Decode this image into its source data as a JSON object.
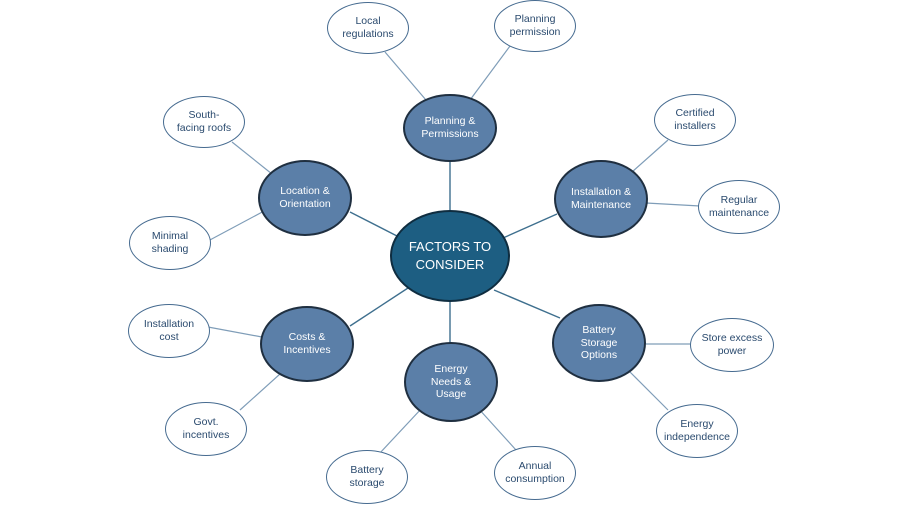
{
  "diagram": {
    "center": "FACTORS TO\nCONSIDER",
    "categories": {
      "planning": "Planning &\nPermissions",
      "installation": "Installation &\nMaintenance",
      "battery": "Battery\nStorage\nOptions",
      "energy": "Energy\nNeeds &\nUsage",
      "costs": "Costs &\nIncentives",
      "location": "Location &\nOrientation"
    },
    "leaves": {
      "local_regulations": "Local\nregulations",
      "planning_permission": "Planning\npermission",
      "certified_installers": "Certified\ninstallers",
      "regular_maintenance": "Regular\nmaintenance",
      "store_excess_power": "Store excess\npower",
      "energy_independence": "Energy\nindependence",
      "annual_consumption": "Annual\nconsumption",
      "battery_storage": "Battery\nstorage",
      "govt_incentives": "Govt.\nincentives",
      "installation_cost": "Installation\ncost",
      "minimal_shading": "Minimal\nshading",
      "south_facing_roofs": "South-\nfacing roofs"
    },
    "colors": {
      "center_fill": "#1d5e82",
      "category_fill": "#5b7fa8",
      "leaf_fill": "#ffffff",
      "connector": "#3e6f8e"
    }
  }
}
